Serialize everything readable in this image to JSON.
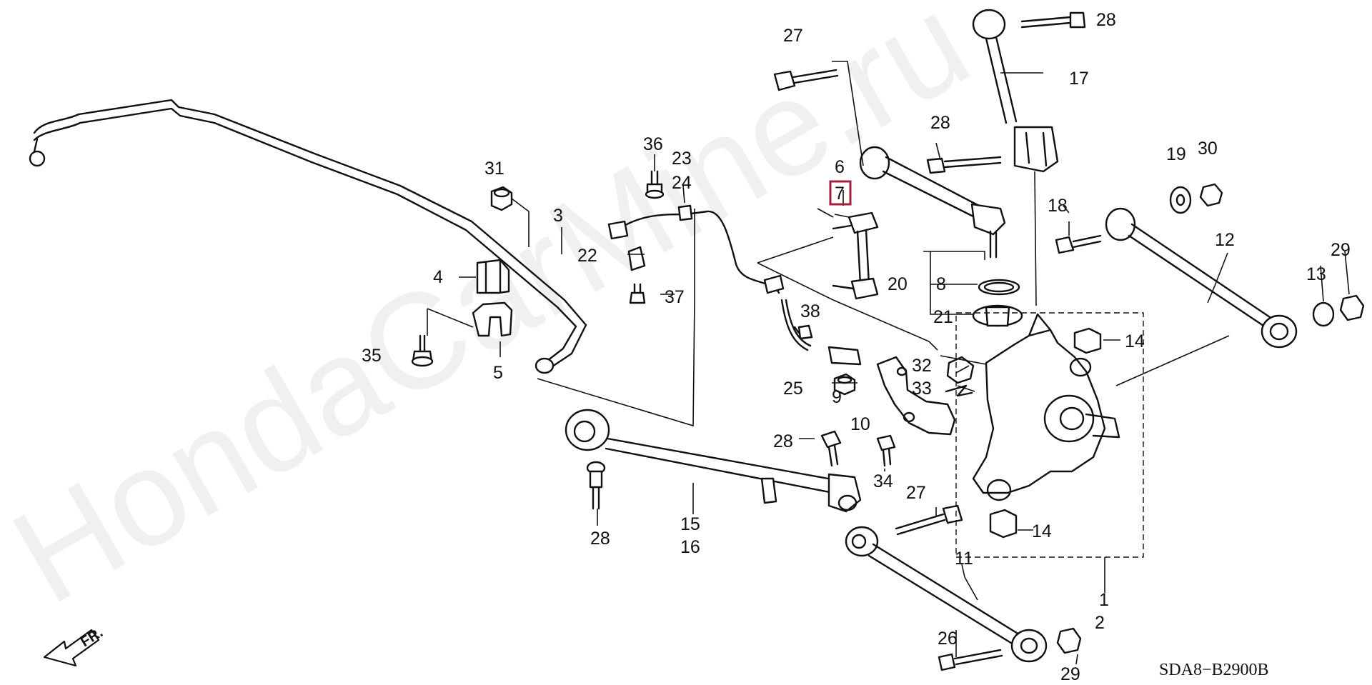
{
  "watermark": "HondaCarMine.ru",
  "diagram_code": "SDA8−B2900B",
  "front_indicator": "FR.",
  "highlight_color": "#a0203c",
  "callouts": [
    {
      "id": "c27a",
      "label": "27"
    },
    {
      "id": "c28a",
      "label": "28"
    },
    {
      "id": "c17",
      "label": "17"
    },
    {
      "id": "c28b",
      "label": "28"
    },
    {
      "id": "c19",
      "label": "19"
    },
    {
      "id": "c30",
      "label": "30"
    },
    {
      "id": "c18",
      "label": "18"
    },
    {
      "id": "c12",
      "label": "12"
    },
    {
      "id": "c29a",
      "label": "29"
    },
    {
      "id": "c13",
      "label": "13"
    },
    {
      "id": "c36",
      "label": "36"
    },
    {
      "id": "c23",
      "label": "23"
    },
    {
      "id": "c24",
      "label": "24"
    },
    {
      "id": "c6",
      "label": "6"
    },
    {
      "id": "c7",
      "label": "7",
      "highlighted": true
    },
    {
      "id": "c31",
      "label": "31"
    },
    {
      "id": "c3",
      "label": "3"
    },
    {
      "id": "c22",
      "label": "22"
    },
    {
      "id": "c4",
      "label": "4"
    },
    {
      "id": "c37",
      "label": "37"
    },
    {
      "id": "c20",
      "label": "20"
    },
    {
      "id": "c8",
      "label": "8"
    },
    {
      "id": "c21",
      "label": "21"
    },
    {
      "id": "c38",
      "label": "38"
    },
    {
      "id": "c14a",
      "label": "14"
    },
    {
      "id": "c35",
      "label": "35"
    },
    {
      "id": "c5",
      "label": "5"
    },
    {
      "id": "c32",
      "label": "32"
    },
    {
      "id": "c33",
      "label": "33"
    },
    {
      "id": "c25",
      "label": "25"
    },
    {
      "id": "c9",
      "label": "9"
    },
    {
      "id": "c10",
      "label": "10"
    },
    {
      "id": "c28c",
      "label": "28"
    },
    {
      "id": "c34",
      "label": "34"
    },
    {
      "id": "c27b",
      "label": "27"
    },
    {
      "id": "c14b",
      "label": "14"
    },
    {
      "id": "c15",
      "label": "15"
    },
    {
      "id": "c16",
      "label": "16"
    },
    {
      "id": "c28d",
      "label": "28"
    },
    {
      "id": "c11",
      "label": "11"
    },
    {
      "id": "c1",
      "label": "1"
    },
    {
      "id": "c2",
      "label": "2"
    },
    {
      "id": "c26",
      "label": "26"
    },
    {
      "id": "c29b",
      "label": "29"
    }
  ]
}
